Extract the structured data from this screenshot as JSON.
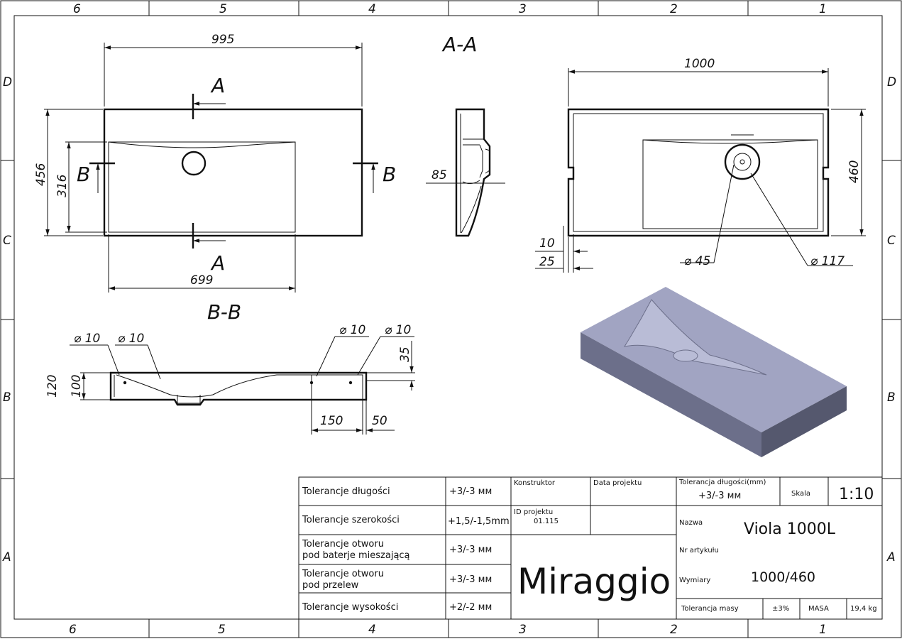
{
  "zones": {
    "columns": [
      "6",
      "5",
      "4",
      "3",
      "2",
      "1"
    ],
    "rows": [
      "D",
      "C",
      "B",
      "A"
    ]
  },
  "sections": {
    "aa": "A-A",
    "bb": "B-B",
    "cut_a": "A",
    "cut_b": "B"
  },
  "dimensions": {
    "top_width": "995",
    "top_height_total": "456",
    "top_height_bowl": "316",
    "top_bowl_width": "699",
    "side_depth": "85",
    "right_width": "1000",
    "right_height": "460",
    "right_offset_10": "10",
    "right_offset_25": "25",
    "hole_small": "⌀ 45",
    "hole_large": "⌀ 117",
    "bb_d1": "⌀ 10",
    "bb_d2": "⌀ 10",
    "bb_d3": "⌀ 10",
    "bb_d4": "⌀ 10",
    "bb_h120": "120",
    "bb_h100": "100",
    "bb_h35": "35",
    "bb_w150": "150",
    "bb_w50": "50"
  },
  "model": {
    "colors": {
      "top": "#a1a4c2",
      "front": "#6c6f8a",
      "side": "#55586e",
      "rim": "#b9bcd6"
    }
  },
  "title_block": {
    "tol_length_label": "Tolerancje długości",
    "tol_length_value": "+3/-3 мм",
    "tol_width_label": "Tolerancje szerokości",
    "tol_width_value": "+1,5/-1,5mm",
    "tol_mixer_line1": "Tolerancje otworu",
    "tol_mixer_line2": "pod baterje mieszającą",
    "tol_mixer_value": "+3/-3 мм",
    "tol_overflow_line1": "Tolerancje otworu",
    "tol_overflow_line2": "pod przelew",
    "tol_overflow_value": "+3/-3 мм",
    "tol_height_label": "Tolerancje wysokości",
    "tol_height_value": "+2/-2 мм",
    "konstruktor_label": "Konstruktor",
    "data_projektu_label": "Data projektu",
    "id_projektu_label": "ID projektu",
    "id_projektu_value": "01.115",
    "logo": "Miraggio",
    "tol_len_mm_label": "Tolerancja długości(mm)",
    "tol_len_mm_value": "+3/-3 мм",
    "skala_label": "Skala",
    "skala_value": "1:10",
    "nazwa_label": "Nazwa",
    "nazwa_value": "Viola 1000L",
    "nr_artykulu_label": "Nr artykułu",
    "wymiary_label": "Wymiary",
    "wymiary_value": "1000/460",
    "tol_masy_label": "Tolerancja masy",
    "tol_masy_value": "±3%",
    "masa_label": "MASA",
    "masa_value": "19,4 kg"
  }
}
